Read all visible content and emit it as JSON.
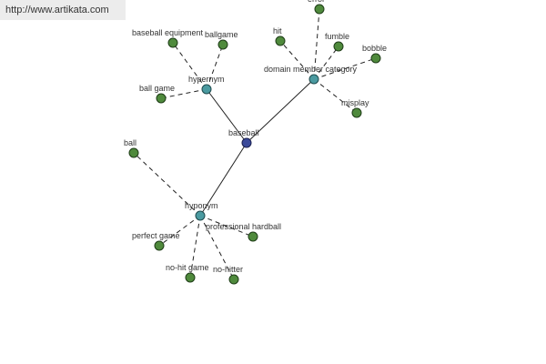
{
  "header": {
    "url": "http://www.artikata.com"
  },
  "graph": {
    "root": {
      "id": "baseball",
      "label": "baseball",
      "color": "#3b4a9a"
    },
    "relations": [
      {
        "id": "hypernym",
        "label": "hypernym",
        "color": "#4a9aa0",
        "children": [
          {
            "id": "baseball-equipment",
            "label": "baseball equipment"
          },
          {
            "id": "ballgame",
            "label": "ballgame"
          },
          {
            "id": "ball-game",
            "label": "ball game"
          }
        ]
      },
      {
        "id": "domain-member-category",
        "label": "domain member category",
        "color": "#4a9aa0",
        "children": [
          {
            "id": "error",
            "label": "error"
          },
          {
            "id": "hit",
            "label": "hit"
          },
          {
            "id": "fumble",
            "label": "fumble"
          },
          {
            "id": "bobble",
            "label": "bobble"
          },
          {
            "id": "misplay",
            "label": "misplay"
          }
        ]
      },
      {
        "id": "hyponym",
        "label": "hyponym",
        "color": "#4a9aa0",
        "children": [
          {
            "id": "ball",
            "label": "ball"
          },
          {
            "id": "perfect-game",
            "label": "perfect game"
          },
          {
            "id": "professional-hardball",
            "label": "professional hardball"
          },
          {
            "id": "no-hit-game",
            "label": "no-hit game"
          },
          {
            "id": "no-hitter",
            "label": "no-hitter"
          }
        ]
      }
    ],
    "leaf_color": "#4f8a3c"
  }
}
